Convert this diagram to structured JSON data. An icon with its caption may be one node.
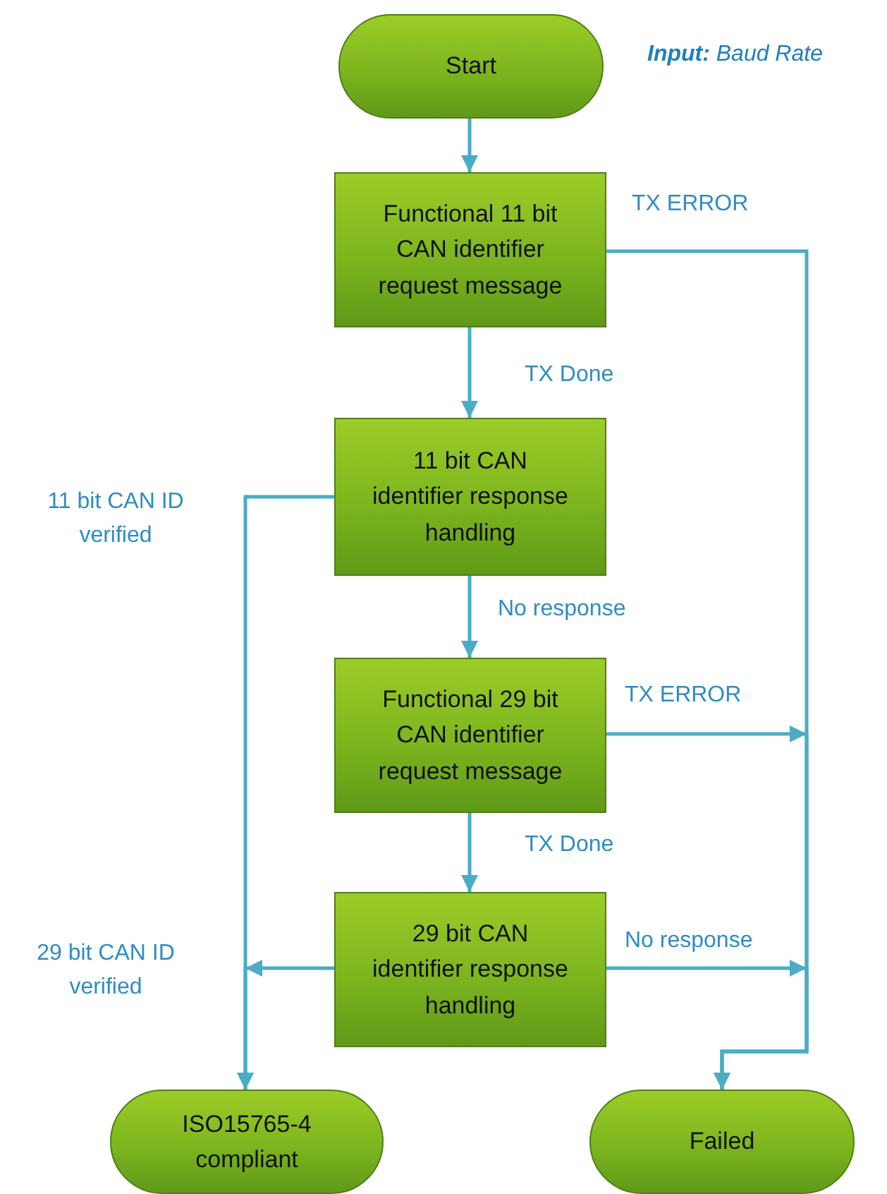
{
  "diagram": {
    "nodes": [
      {
        "text": [
          "Start"
        ]
      },
      {
        "text": [
          "Functional 11 bit CAN identifier request message"
        ]
      },
      {
        "text": [
          "11 bit CAN identifier response handling"
        ]
      },
      {
        "text": [
          "Functional 29 bit CAN identifier request message"
        ]
      },
      {
        "text": [
          "29 bit CAN identifier response handling"
        ]
      },
      {
        "text": [
          "ISO15765-4 compliant"
        ]
      },
      {
        "text": [
          "Failed"
        ]
      }
    ],
    "edges": [
      {
        "from": 0,
        "to": 1,
        "arrow": "to"
      },
      {
        "from": 1,
        "to": 2,
        "arrow": "to",
        "label": "TX Done"
      },
      {
        "from": 1,
        "to": 6,
        "arrow": "to",
        "label": "TX ERROR"
      },
      {
        "from": 2,
        "to": 5,
        "arrow": "to",
        "label": "11 bit CAN ID verified"
      },
      {
        "from": 2,
        "to": 3,
        "arrow": "to",
        "label": "No response"
      },
      {
        "from": 3,
        "to": 6,
        "arrow": "to",
        "label": "TX ERROR"
      },
      {
        "from": 3,
        "to": 4,
        "arrow": "to",
        "label": "TX Done"
      },
      {
        "from": 4,
        "to": 5,
        "arrow": "to",
        "label": "29 bit CAN ID verified"
      },
      {
        "from": 4,
        "to": 6,
        "arrow": "to",
        "label": "No response"
      }
    ],
    "labels": [
      "**Input:** Baud Rate"
    ]
  }
}
